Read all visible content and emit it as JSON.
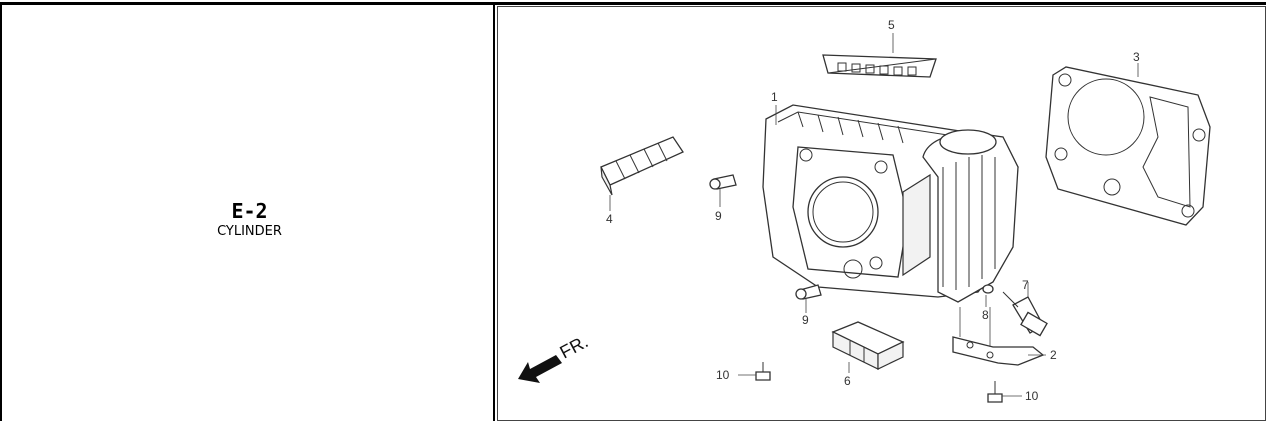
{
  "section": {
    "code": "E-2",
    "title": "CYLINDER"
  },
  "diagram": {
    "direction_label": "FR.",
    "callouts": [
      "1",
      "2",
      "3",
      "4",
      "5",
      "6",
      "7",
      "8",
      "9",
      "9",
      "10",
      "10"
    ]
  }
}
